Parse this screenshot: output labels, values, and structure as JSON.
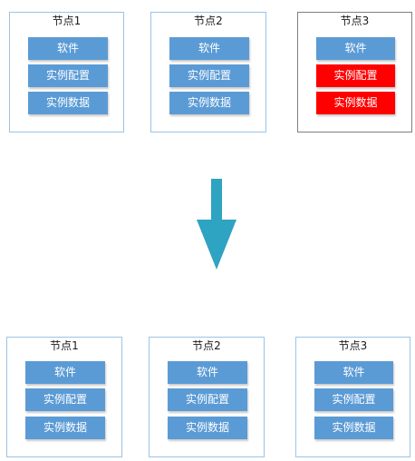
{
  "colors": {
    "item_normal": "#5b9bd5",
    "item_error": "#ff0000",
    "node_border_normal": "#9cc3e6",
    "node_border_highlight": "#7f7f7f",
    "arrow": "#2ea3c2"
  },
  "before": {
    "nodes": [
      {
        "title": "节点1",
        "highlight": false,
        "items": [
          {
            "label": "软件",
            "state": "normal"
          },
          {
            "label": "实例配置",
            "state": "normal"
          },
          {
            "label": "实例数据",
            "state": "normal"
          }
        ]
      },
      {
        "title": "节点2",
        "highlight": false,
        "items": [
          {
            "label": "软件",
            "state": "normal"
          },
          {
            "label": "实例配置",
            "state": "normal"
          },
          {
            "label": "实例数据",
            "state": "normal"
          }
        ]
      },
      {
        "title": "节点3",
        "highlight": true,
        "items": [
          {
            "label": "软件",
            "state": "normal"
          },
          {
            "label": "实例配置",
            "state": "error"
          },
          {
            "label": "实例数据",
            "state": "error"
          }
        ]
      }
    ]
  },
  "after": {
    "nodes": [
      {
        "title": "节点1",
        "highlight": false,
        "items": [
          {
            "label": "软件",
            "state": "normal"
          },
          {
            "label": "实例配置",
            "state": "normal"
          },
          {
            "label": "实例数据",
            "state": "normal"
          }
        ]
      },
      {
        "title": "节点2",
        "highlight": false,
        "items": [
          {
            "label": "软件",
            "state": "normal"
          },
          {
            "label": "实例配置",
            "state": "normal"
          },
          {
            "label": "实例数据",
            "state": "normal"
          }
        ]
      },
      {
        "title": "节点3",
        "highlight": false,
        "items": [
          {
            "label": "软件",
            "state": "normal"
          },
          {
            "label": "实例配置",
            "state": "normal"
          },
          {
            "label": "实例数据",
            "state": "normal"
          }
        ]
      }
    ]
  },
  "arrow": {
    "direction": "down",
    "icon": "arrow-down-icon"
  }
}
